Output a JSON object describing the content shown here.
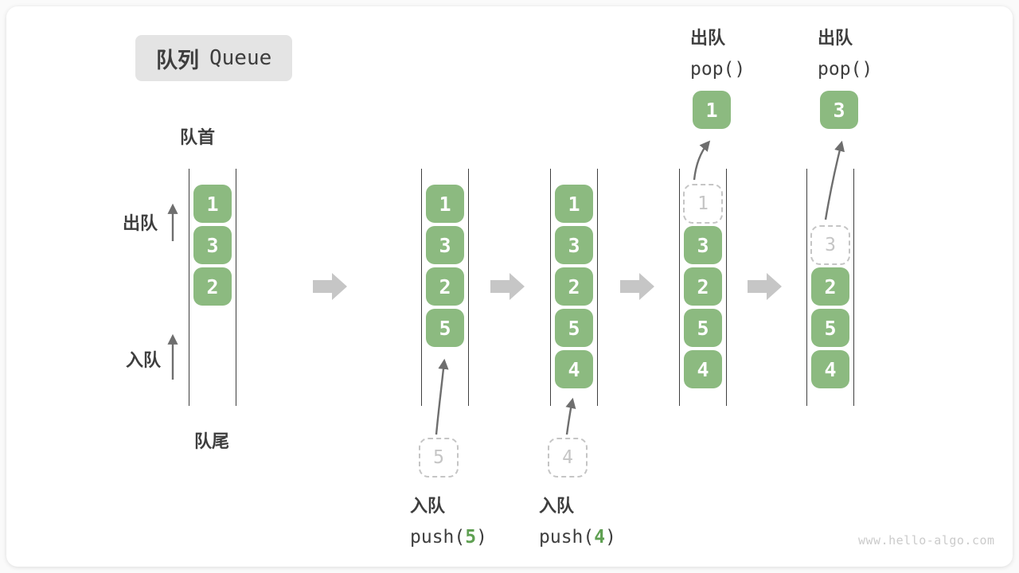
{
  "title": {
    "zh": "队列",
    "en": "Queue"
  },
  "side_labels": {
    "front": "队首",
    "rear": "队尾",
    "dequeue": "出队",
    "enqueue": "入队"
  },
  "colors": {
    "box_green": "#8cba80",
    "code_green": "#5fa052",
    "title_bg": "#e4e4e4",
    "text_dark": "#3e3e3e",
    "block_arrow_gray": "#c6c6c6",
    "thin_arrow_gray": "#6e6e6e",
    "ghost_gray": "#c5c5c5",
    "queue_line": "#3f3f3f",
    "watermark_gray": "#cbcbcb"
  },
  "queues": [
    {
      "cells": [
        {
          "v": "1",
          "t": "solid"
        },
        {
          "v": "3",
          "t": "solid"
        },
        {
          "v": "2",
          "t": "solid"
        }
      ]
    },
    {
      "cells": [
        {
          "v": "1",
          "t": "solid"
        },
        {
          "v": "3",
          "t": "solid"
        },
        {
          "v": "2",
          "t": "solid"
        },
        {
          "v": "5",
          "t": "solid"
        }
      ],
      "ghost_below": "5",
      "bottom_label": {
        "zh": "入队",
        "code_pre": "push(",
        "code_arg": "5",
        "code_post": ")"
      }
    },
    {
      "cells": [
        {
          "v": "1",
          "t": "solid"
        },
        {
          "v": "3",
          "t": "solid"
        },
        {
          "v": "2",
          "t": "solid"
        },
        {
          "v": "5",
          "t": "solid"
        },
        {
          "v": "4",
          "t": "solid"
        }
      ],
      "ghost_below": "4",
      "bottom_label": {
        "zh": "入队",
        "code_pre": "push(",
        "code_arg": "4",
        "code_post": ")"
      }
    },
    {
      "cells": [
        {
          "v": "1",
          "t": "ghost"
        },
        {
          "v": "3",
          "t": "solid"
        },
        {
          "v": "2",
          "t": "solid"
        },
        {
          "v": "5",
          "t": "solid"
        },
        {
          "v": "4",
          "t": "solid"
        }
      ],
      "popped": "1",
      "top_label": {
        "zh": "出队",
        "code": "pop()"
      }
    },
    {
      "cells": [
        {
          "v": "",
          "t": "empty"
        },
        {
          "v": "3",
          "t": "ghost"
        },
        {
          "v": "2",
          "t": "solid"
        },
        {
          "v": "5",
          "t": "solid"
        },
        {
          "v": "4",
          "t": "solid"
        }
      ],
      "popped": "3",
      "top_label": {
        "zh": "出队",
        "code": "pop()"
      }
    }
  ],
  "watermark": "www.hello-algo.com"
}
